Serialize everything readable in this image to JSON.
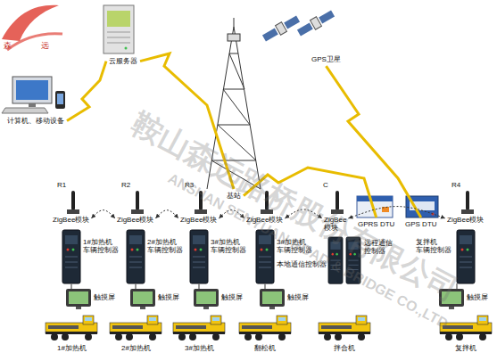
{
  "diagram": {
    "nodes": [
      {
        "text": [
          "云服务器"
        ]
      },
      {
        "text": [
          "计算机、移动设备"
        ]
      },
      {
        "text": [
          "基站"
        ]
      },
      {
        "text": [
          "GPS卫星"
        ]
      },
      {
        "text": [
          "ZigBee模块"
        ]
      },
      {
        "text": [
          "ZigBee模块"
        ]
      },
      {
        "text": [
          "ZigBee模块"
        ]
      },
      {
        "text": [
          "ZigBee模块"
        ]
      },
      {
        "text": [
          "ZigBee 模块"
        ]
      },
      {
        "text": [
          "ZigBee模块"
        ]
      },
      {
        "text": [
          "GPRS DTU"
        ]
      },
      {
        "text": [
          "GPS DTU"
        ]
      },
      {
        "text": [
          "1#加热机 车辆控制器"
        ]
      },
      {
        "text": [
          "2#加热机 车辆控制器"
        ]
      },
      {
        "text": [
          "3#加热机 车辆控制器"
        ]
      },
      {
        "text": [
          "3#加热机 车辆控制器"
        ]
      },
      {
        "text": [
          "远程通信控制器"
        ]
      },
      {
        "text": [
          "复拌机 车辆控制器"
        ]
      },
      {
        "text": [
          "触摸屏"
        ]
      },
      {
        "text": [
          "触摸屏"
        ]
      },
      {
        "text": [
          "触摸屏"
        ]
      },
      {
        "text": [
          "触摸屏"
        ]
      },
      {
        "text": [
          "触摸屏"
        ]
      },
      {
        "text": [
          "1#加热机"
        ]
      },
      {
        "text": [
          "2#加热机"
        ]
      },
      {
        "text": [
          "3#加热机"
        ]
      },
      {
        "text": [
          "翻松机"
        ]
      },
      {
        "text": [
          "拌合机"
        ]
      },
      {
        "text": [
          "复拌机"
        ]
      }
    ],
    "edges": [
      {
        "from": 1,
        "to": 0,
        "arrow": "none"
      },
      {
        "from": 0,
        "to": 2,
        "arrow": "none"
      },
      {
        "from": 2,
        "to": 10,
        "arrow": "none"
      },
      {
        "from": 3,
        "to": 11,
        "arrow": "none"
      },
      {
        "from": 4,
        "to": 5,
        "arrow": "both"
      },
      {
        "from": 5,
        "to": 6,
        "arrow": "both"
      },
      {
        "from": 6,
        "to": 7,
        "arrow": "both"
      },
      {
        "from": 7,
        "to": 8,
        "arrow": "both"
      },
      {
        "from": 8,
        "to": 9,
        "arrow": "both"
      }
    ],
    "labels": [
      "森",
      "远",
      "R1",
      "R2",
      "R3",
      "C",
      "R4",
      "本地通信控制器",
      "鞍山森远路桥股份有限公司",
      "ANSHAN SENYUAN ROAD & BRIDGE CO.,LTD"
    ]
  }
}
